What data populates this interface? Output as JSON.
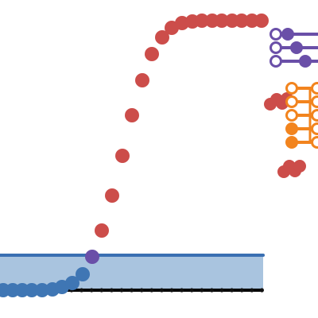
{
  "colors": {
    "background": "#ffffff",
    "red_dot": "#cc4d4a",
    "blue_dot": "#3f76b4",
    "purple_dot": "#6a4fa8",
    "orange_dot": "#f2841e",
    "water_fill": "#a9c4df",
    "water_line": "#3a6fb2",
    "rail": "#000000",
    "rail_dot": "#111111"
  },
  "icons": {
    "purple_toggle": "toggle-switch-icon",
    "orange_toggle": "toggle-switch-icon",
    "red_cluster": "dot-cluster-icon"
  },
  "purple_toggles": [
    {
      "state": "off",
      "value": 0.0
    },
    {
      "state": "mid",
      "value": 0.5
    },
    {
      "state": "on",
      "value": 1.0
    }
  ],
  "orange_toggles": [
    {
      "state": "off",
      "value": 0.0
    },
    {
      "state": "off",
      "value": 0.0
    },
    {
      "state": "off",
      "value": 0.0
    },
    {
      "state": "on",
      "value": 1.0
    },
    {
      "state": "on",
      "value": 1.0
    }
  ]
}
